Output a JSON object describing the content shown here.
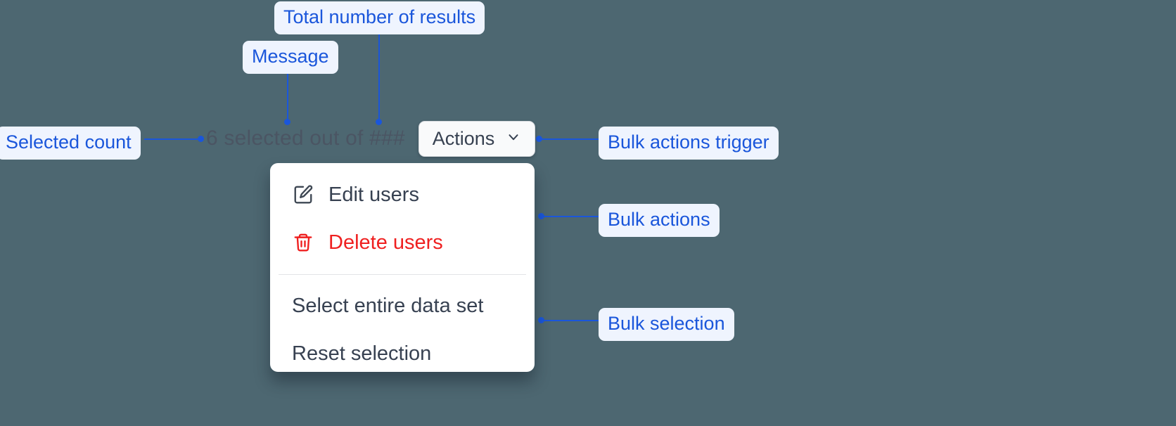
{
  "canvas": {
    "background": "#4d6771",
    "accent": "#1a56db",
    "badge_background": "#eff4fe",
    "danger": "#ef2020"
  },
  "selection_bar": {
    "count_message": "6 selected out of ###",
    "actions_button": {
      "label": "Actions",
      "chevron_icon": "chevron-down-icon"
    }
  },
  "menu": {
    "bulk_actions": [
      {
        "label": "Edit users",
        "icon": "edit-pencil-icon",
        "tone": "default"
      },
      {
        "label": "Delete users",
        "icon": "trash-icon",
        "tone": "danger"
      }
    ],
    "bulk_selection": [
      {
        "label": "Select entire data set",
        "icon": "",
        "tone": "default"
      },
      {
        "label": "Reset selection",
        "icon": "",
        "tone": "default"
      }
    ]
  },
  "annotations": {
    "selected_count": "Selected count",
    "message": "Message",
    "total_results": "Total number of results",
    "bulk_actions_trigger": "Bulk actions trigger",
    "bulk_actions": "Bulk actions",
    "bulk_selection": "Bulk selection"
  }
}
